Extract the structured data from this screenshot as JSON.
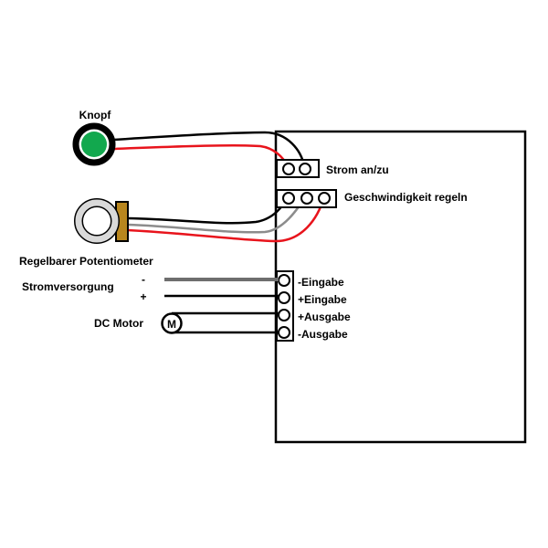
{
  "colors": {
    "wire_black": "#000000",
    "wire_red": "#e8141c",
    "wire_gray": "#8c8c8c",
    "supply_minus_wire": "#6e6e6e",
    "button_green": "#12a84e",
    "pot_ring": "#d9d9d9",
    "pot_body": "#b8861e"
  },
  "components": {
    "button": {
      "label": "Knopf"
    },
    "potentiometer": {
      "label": "Regelbarer Potentiometer"
    },
    "power_supply": {
      "label": "Stromversorgung",
      "minus": "-",
      "plus": "+"
    },
    "motor": {
      "label": "DC Motor",
      "symbol": "M"
    }
  },
  "controller": {
    "terminals": {
      "power_switch": {
        "label": "Strom an/zu",
        "pins": 2
      },
      "speed_control": {
        "label": "Geschwindigkeit regeln",
        "pins": 3
      },
      "io_block": {
        "pins": [
          {
            "label": "-Eingabe"
          },
          {
            "label": "+Eingabe"
          },
          {
            "label": "+Ausgabe"
          },
          {
            "label": "-Ausgabe"
          }
        ]
      }
    }
  }
}
